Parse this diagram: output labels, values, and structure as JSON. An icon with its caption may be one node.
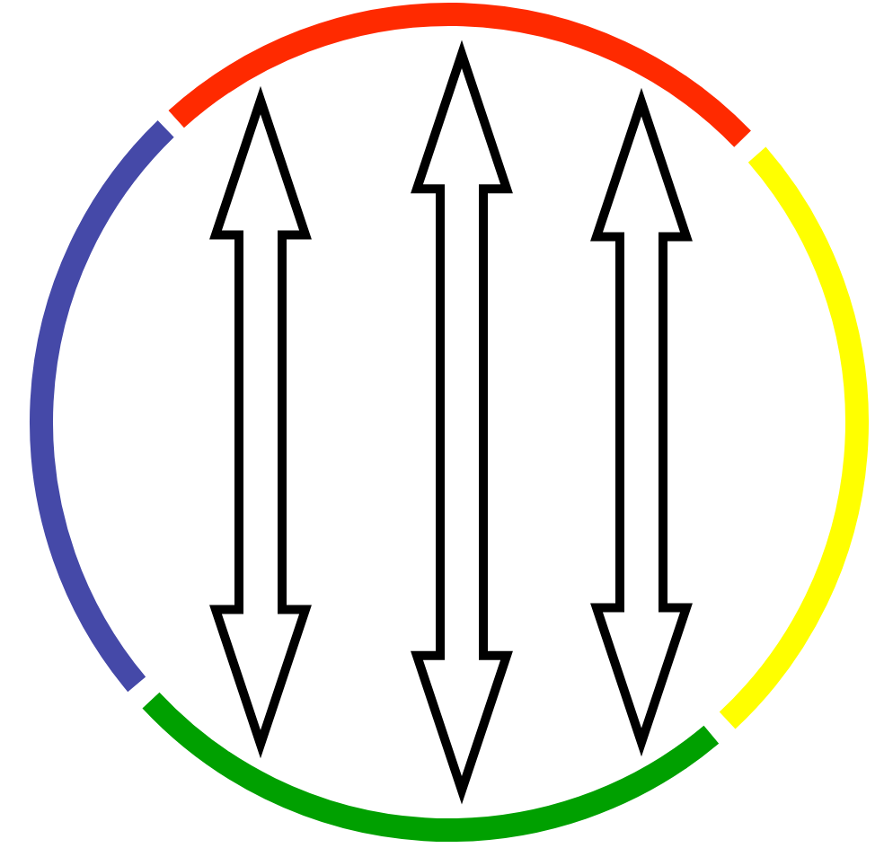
{
  "diagram": {
    "nodes": [
      {
        "text": [],
        "shape": "arc"
      },
      {
        "text": [],
        "shape": "arc"
      },
      {
        "text": [],
        "shape": "arc"
      },
      {
        "text": [],
        "shape": "arc"
      }
    ],
    "edges": [
      {
        "from": 0,
        "to": 3,
        "arrow": "both"
      },
      {
        "from": 0,
        "to": 3,
        "arrow": "both"
      },
      {
        "from": 0,
        "to": 3,
        "arrow": "both"
      }
    ]
  }
}
